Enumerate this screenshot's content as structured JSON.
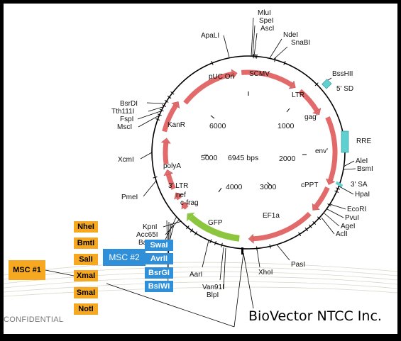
{
  "plasmid": {
    "size_label": "6945 bps",
    "scale_labels": [
      "1000",
      "2000",
      "3000",
      "4000",
      "5000",
      "6000"
    ]
  },
  "features": [
    "pUC Ori",
    "SCMV",
    "LTR",
    "gag'",
    "env'",
    "cPPT",
    "EF1a",
    "GFP",
    "c-frag",
    "nef",
    "3' LTR",
    "polyA",
    "KanR",
    "RRE",
    "5' SD",
    "3' SA"
  ],
  "sites": {
    "top": [
      "MluI",
      "SpeI",
      "AscI",
      "NdeI",
      "SnaBI",
      "ApaLI"
    ],
    "right": [
      "BssHII",
      "AleI",
      "BsmI",
      "HpaI",
      "EcoRI",
      "PvuI",
      "AgeI",
      "AclI",
      "PasI",
      "XhoI"
    ],
    "left": [
      "BsrDI",
      "Tth111I",
      "FspI",
      "MscI",
      "XcmI",
      "PmeI",
      "KpnI",
      "Acc65I",
      "BamHI"
    ],
    "bottom": [
      "AarI",
      "Van91I",
      "BlpI"
    ]
  },
  "msc1": {
    "label": "MSC #1",
    "sites": [
      "NheI",
      "BmtI",
      "SalI",
      "XmaI",
      "SmaI",
      "NotI"
    ]
  },
  "msc2": {
    "label": "MSC #2",
    "sites": [
      "SwaI",
      "AvrII",
      "BsrGI",
      "BsiWI"
    ]
  },
  "footer": {
    "confidential": "CONFIDENTIAL",
    "company": "BioVector NTCC Inc."
  },
  "colors": {
    "arrow": "#e26a6a",
    "gfp": "#8cc63f",
    "marker": "#5fd0d0",
    "msc1": "#f6a821",
    "msc2": "#2f8fd8"
  }
}
